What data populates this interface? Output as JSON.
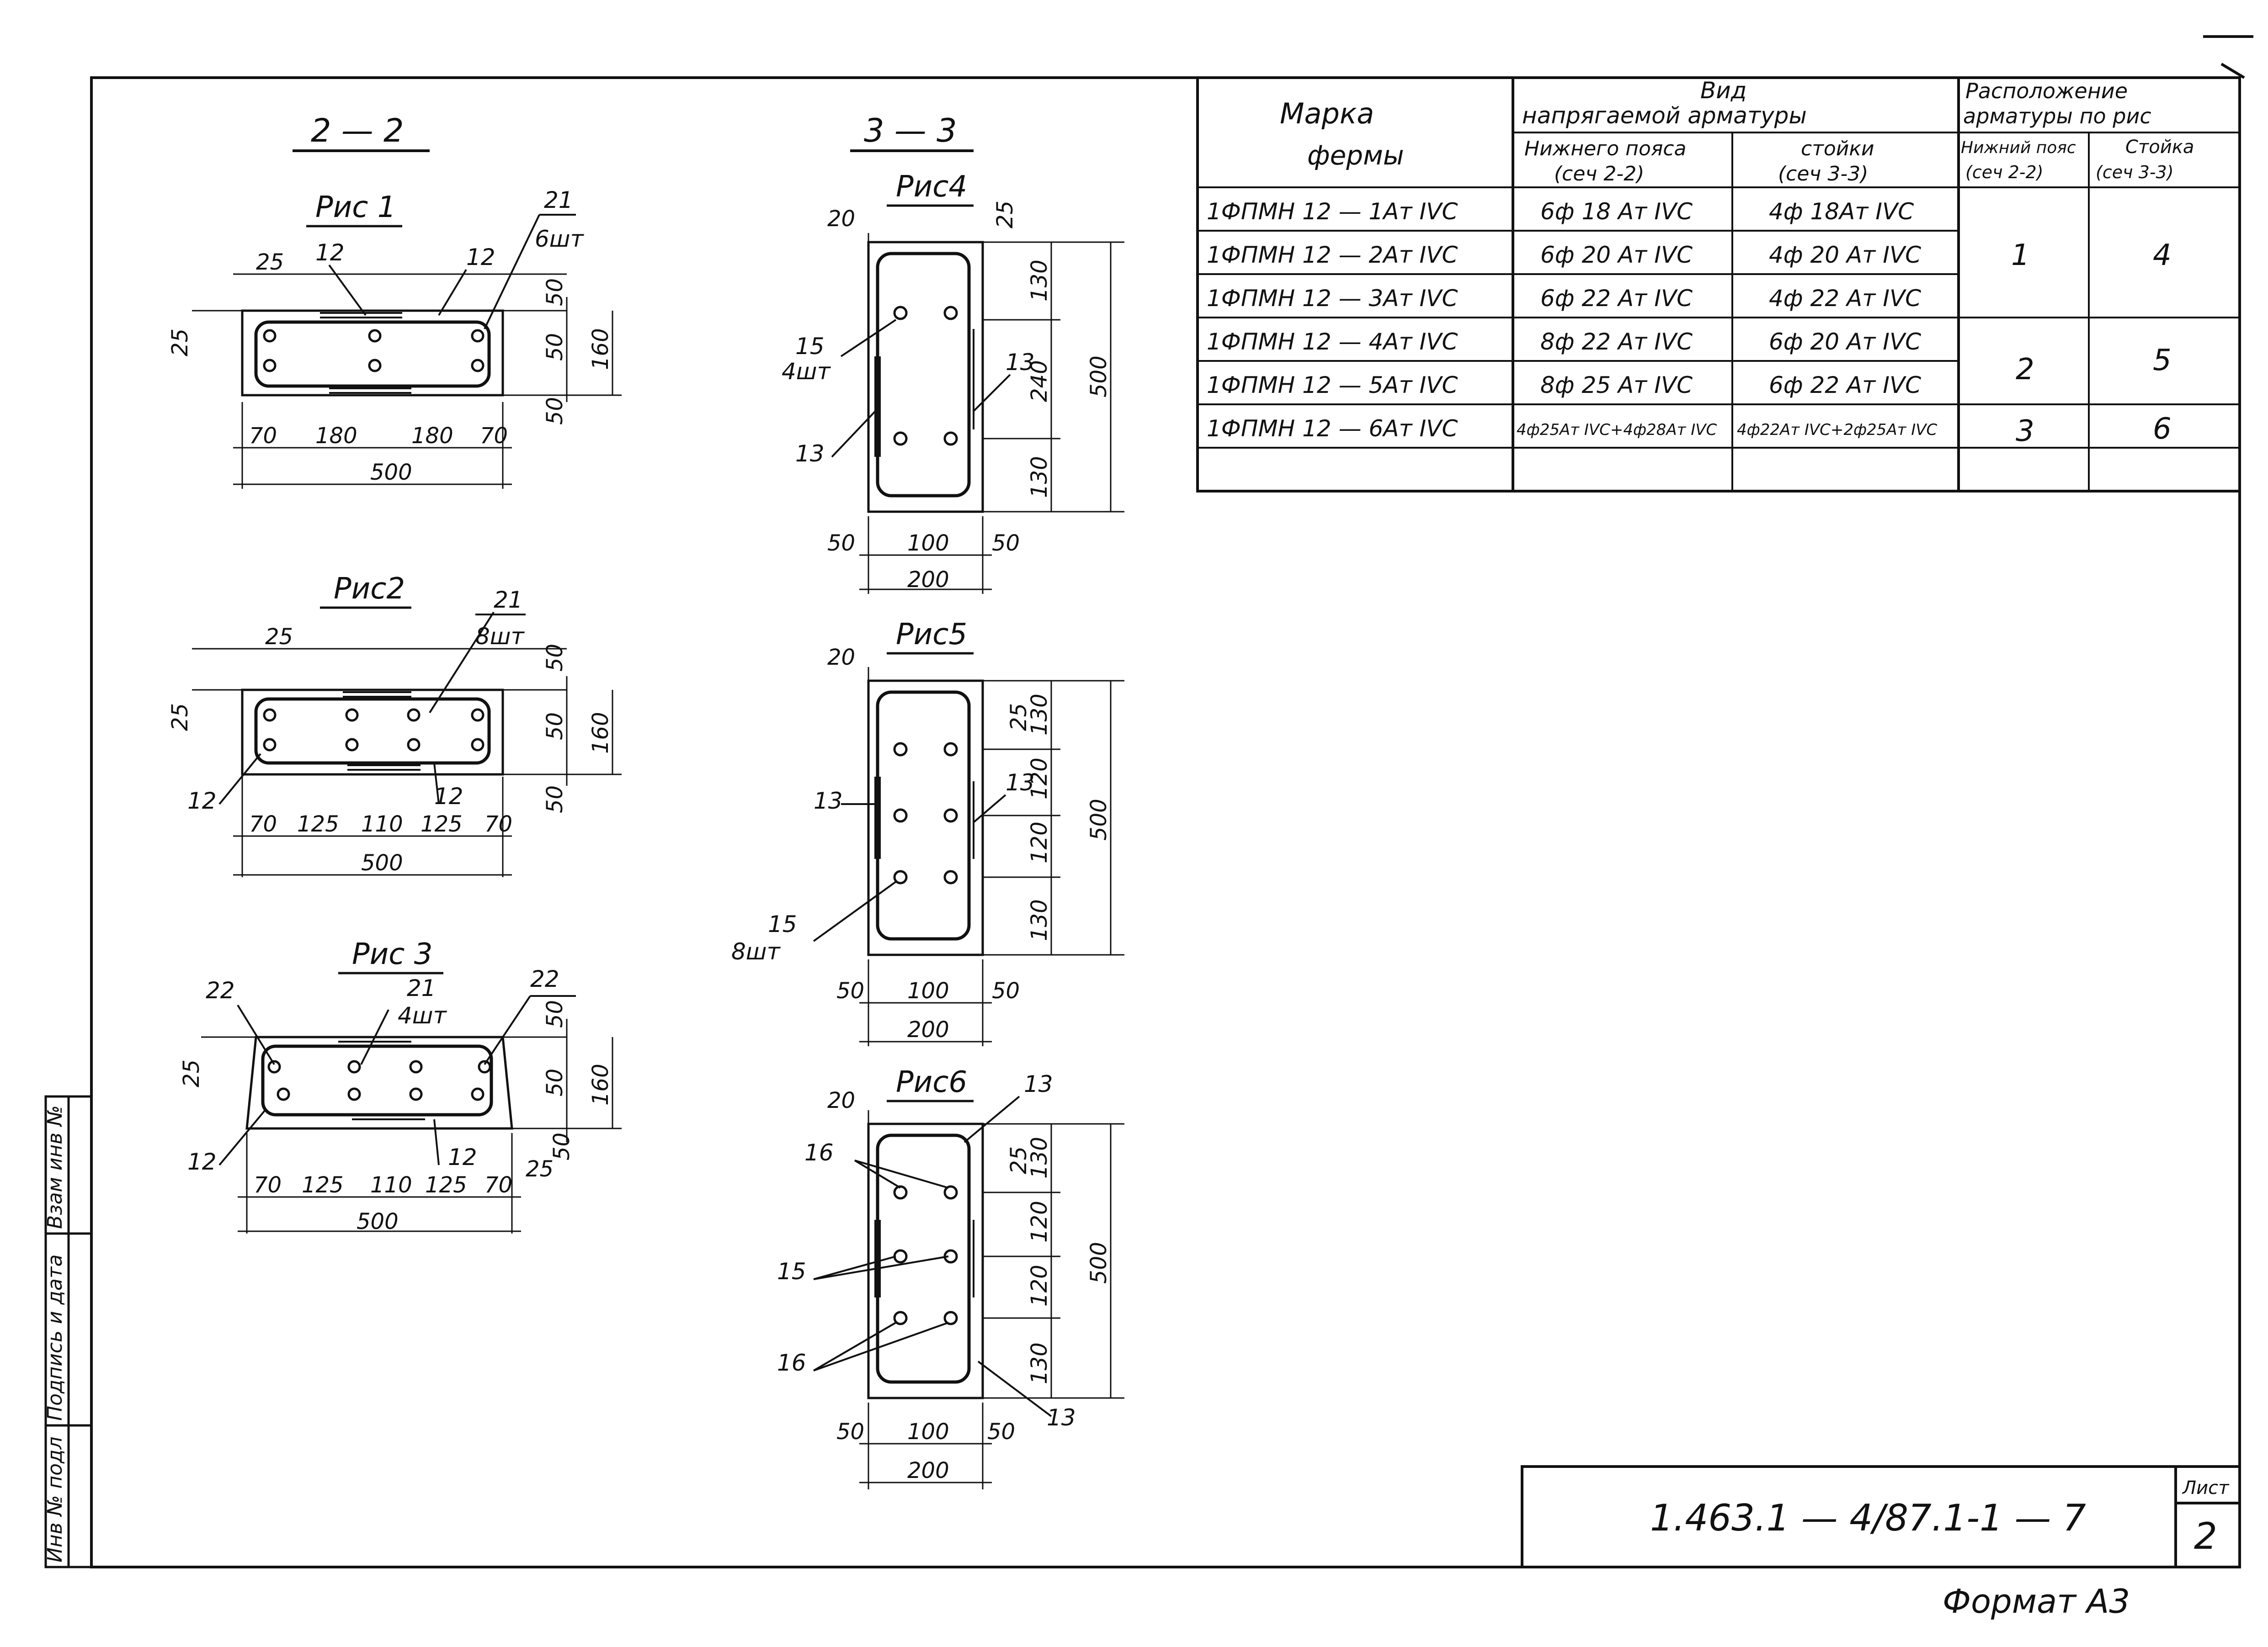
{
  "sections": {
    "s22": "2 — 2",
    "s33": "3 — 3"
  },
  "figures": {
    "f1": {
      "title": "Рис 1",
      "leaders": {
        "a": "21",
        "a_qty": "6шт",
        "b": "12",
        "c": "12"
      },
      "top_dims": {
        "d1": "25"
      },
      "left_dims": {
        "d1": "25"
      },
      "right_dims": {
        "d1": "50",
        "d2": "50",
        "d3": "50",
        "total": "160"
      },
      "bottom_dims": {
        "d1": "70",
        "d2": "180",
        "d3": "180",
        "d4": "70",
        "total": "500"
      }
    },
    "f2": {
      "title": "Рис2",
      "leaders": {
        "a": "21",
        "a_qty": "8шт",
        "b": "12",
        "c": "12"
      },
      "top_dims": {
        "d1": "25"
      },
      "left_dims": {
        "d1": "25"
      },
      "right_dims": {
        "d1": "50",
        "d2": "50",
        "d3": "50",
        "total": "160"
      },
      "bottom_dims": {
        "d1": "70",
        "d2": "125",
        "d3": "110",
        "d4": "125",
        "d5": "70",
        "total": "500"
      }
    },
    "f3": {
      "title": "Рис 3",
      "leaders": {
        "a": "21",
        "a_qty": "4шт",
        "b": "22",
        "c": "22",
        "d": "12",
        "e": "12"
      },
      "left_dims": {
        "d1": "25"
      },
      "right_dims": {
        "d1": "50",
        "d2": "50",
        "d3": "50",
        "d4": "25",
        "total": "160"
      },
      "bottom_dims": {
        "d1": "70",
        "d2": "125",
        "d3": "110",
        "d4": "125",
        "d5": "70",
        "total": "500"
      }
    },
    "f4": {
      "title": "Рис4",
      "leaders": {
        "a": "15",
        "a_qty": "4шт",
        "b": "13",
        "c": "13"
      },
      "top_dims": {
        "d1": "20",
        "d2": "25"
      },
      "right_dims": {
        "d1": "130",
        "d2": "240",
        "d3": "130",
        "total": "500"
      },
      "bottom_dims": {
        "d1": "50",
        "d2": "100",
        "d3": "50",
        "total": "200"
      }
    },
    "f5": {
      "title": "Рис5",
      "leaders": {
        "a": "13",
        "b": "13",
        "c": "15",
        "c_qty": "8шт"
      },
      "top_dims": {
        "d1": "20"
      },
      "right_dims": {
        "d1": "25",
        "d2": "130",
        "d3": "120",
        "d4": "120",
        "d5": "130",
        "total": "500"
      },
      "bottom_dims": {
        "d1": "50",
        "d2": "100",
        "d3": "50",
        "total": "200"
      }
    },
    "f6": {
      "title": "Рис6",
      "leaders": {
        "a": "13",
        "b": "16",
        "c": "15",
        "d": "16",
        "e": "13"
      },
      "top_dims": {
        "d1": "20"
      },
      "right_dims": {
        "d1": "25",
        "d2": "130",
        "d3": "120",
        "d4": "120",
        "d5": "130",
        "total": "500"
      },
      "bottom_dims": {
        "d1": "50",
        "d2": "100",
        "d3": "50",
        "total": "200"
      }
    }
  },
  "table": {
    "h_mark_1": "Марка",
    "h_mark_2": "фермы",
    "h_type_1": "Вид",
    "h_type_2": "напрягаемой арматуры",
    "h_type_low_1": "Нижнего пояса",
    "h_type_low_2": "(сеч 2-2)",
    "h_type_post_1": "стойки",
    "h_type_post_2": "(сеч 3-3)",
    "h_loc_1": "Расположение",
    "h_loc_2": "арматуры по рис",
    "h_loc_low_1": "Нижний пояс",
    "h_loc_low_2": "(сеч 2-2)",
    "h_loc_post_1": "Стойка",
    "h_loc_post_2": "(сеч 3-3)",
    "rows": [
      {
        "mark": "1ФПМН 12 — 1Ат IVС",
        "low": "6ф 18 Ат IVС",
        "post": "4ф 18Ат IVС"
      },
      {
        "mark": "1ФПМН 12 — 2Ат IVС",
        "low": "6ф 20 Ат IVС",
        "post": "4ф 20 Ат IVС"
      },
      {
        "mark": "1ФПМН 12 — 3Ат IVС",
        "low": "6ф 22 Ат IVС",
        "post": "4ф 22 Ат IVС"
      },
      {
        "mark": "1ФПМН 12 — 4Ат IVС",
        "low": "8ф 22 Ат IVС",
        "post": "6ф 20 Ат IVС"
      },
      {
        "mark": "1ФПМН 12 — 5Ат IVС",
        "low": "8ф 25 Ат IVС",
        "post": "6ф 22 Ат IVС"
      },
      {
        "mark": "1ФПМН 12 — 6Ат IVС",
        "low": "4ф25Ат IVС+4ф28Ат IVС",
        "post": "4ф22Ат IVС+2ф25Ат IVС"
      }
    ],
    "loc": {
      "g1_low": "1",
      "g1_post": "4",
      "g2_low": "2",
      "g2_post": "5",
      "g3_low": "3",
      "g3_post": "6"
    }
  },
  "stamp": {
    "code": "1.463.1 — 4/87.1-1 — 7",
    "sheet_label": "Лист",
    "sheet_no": "2"
  },
  "side_stamp": {
    "a": "Взам инв №",
    "b": "Подпись и дата",
    "c": "Инв № подл"
  },
  "format": "Формат А3"
}
